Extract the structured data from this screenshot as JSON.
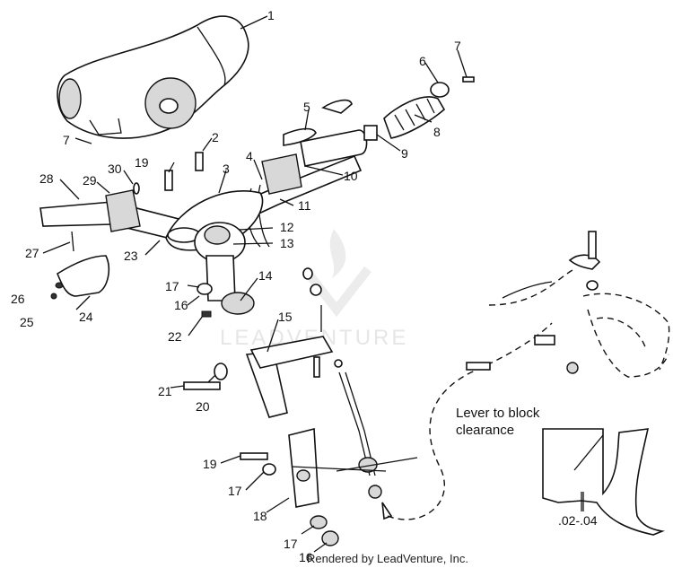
{
  "diagram": {
    "part_numbers": [
      "1",
      "2",
      "3",
      "4",
      "5",
      "6",
      "7",
      "7",
      "8",
      "9",
      "10",
      "11",
      "12",
      "13",
      "14",
      "15",
      "16",
      "16",
      "17",
      "17",
      "17",
      "18",
      "19",
      "19",
      "20",
      "21",
      "22",
      "23",
      "24",
      "25",
      "26",
      "27",
      "28",
      "29",
      "30"
    ],
    "note": {
      "line1": "Lever to block",
      "line2": "clearance"
    },
    "measurement": ".02-.04",
    "watermark": "LEADVENTURE",
    "credit": "Rendered by LeadVenture, Inc."
  }
}
